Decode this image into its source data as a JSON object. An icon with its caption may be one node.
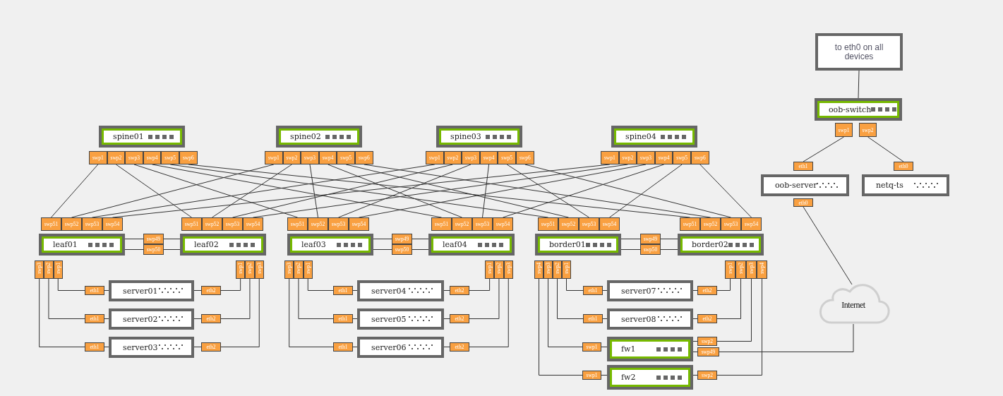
{
  "diagram": {
    "nodes": [
      {
        "text": [
          "to eth0 on all devices"
        ]
      },
      {
        "text": [
          "spine01"
        ]
      },
      {
        "text": [
          "swp1"
        ]
      },
      {
        "text": [
          "swp2"
        ]
      },
      {
        "text": [
          "swp3"
        ]
      },
      {
        "text": [
          "swp4"
        ]
      },
      {
        "text": [
          "swp5"
        ]
      },
      {
        "text": [
          "swp6"
        ]
      },
      {
        "text": [
          "spine02"
        ]
      },
      {
        "text": [
          "swp1"
        ]
      },
      {
        "text": [
          "swp2"
        ]
      },
      {
        "text": [
          "swp3"
        ]
      },
      {
        "text": [
          "swp4"
        ]
      },
      {
        "text": [
          "swp5"
        ]
      },
      {
        "text": [
          "swp6"
        ]
      },
      {
        "text": [
          "spine03"
        ]
      },
      {
        "text": [
          "swp1"
        ]
      },
      {
        "text": [
          "swp2"
        ]
      },
      {
        "text": [
          "swp3"
        ]
      },
      {
        "text": [
          "swp4"
        ]
      },
      {
        "text": [
          "swp5"
        ]
      },
      {
        "text": [
          "swp6"
        ]
      },
      {
        "text": [
          "spine04"
        ]
      },
      {
        "text": [
          "swp1"
        ]
      },
      {
        "text": [
          "swp2"
        ]
      },
      {
        "text": [
          "swp3"
        ]
      },
      {
        "text": [
          "swp4"
        ]
      },
      {
        "text": [
          "swp5"
        ]
      },
      {
        "text": [
          "swp6"
        ]
      },
      {
        "text": [
          "oob-switch"
        ]
      },
      {
        "text": [
          "swp1"
        ]
      },
      {
        "text": [
          "swp2"
        ]
      },
      {
        "text": [
          "eth1"
        ]
      },
      {
        "text": [
          "eth0"
        ]
      },
      {
        "text": [
          "oob-server"
        ]
      },
      {
        "text": [
          "netq-ts"
        ]
      },
      {
        "text": [
          "eth0"
        ]
      },
      {
        "text": [
          "swp51"
        ]
      },
      {
        "text": [
          "swp52"
        ]
      },
      {
        "text": [
          "swp53"
        ]
      },
      {
        "text": [
          "swp54"
        ]
      },
      {
        "text": [
          "swp51"
        ]
      },
      {
        "text": [
          "swp52"
        ]
      },
      {
        "text": [
          "swp53"
        ]
      },
      {
        "text": [
          "swp54"
        ]
      },
      {
        "text": [
          "swp51"
        ]
      },
      {
        "text": [
          "swp52"
        ]
      },
      {
        "text": [
          "swp53"
        ]
      },
      {
        "text": [
          "swp54"
        ]
      },
      {
        "text": [
          "swp51"
        ]
      },
      {
        "text": [
          "swp52"
        ]
      },
      {
        "text": [
          "swp53"
        ]
      },
      {
        "text": [
          "swp54"
        ]
      },
      {
        "text": [
          "swp51"
        ]
      },
      {
        "text": [
          "swp52"
        ]
      },
      {
        "text": [
          "swp53"
        ]
      },
      {
        "text": [
          "swp54"
        ]
      },
      {
        "text": [
          "swp51"
        ]
      },
      {
        "text": [
          "swp52"
        ]
      },
      {
        "text": [
          "swp53"
        ]
      },
      {
        "text": [
          "swp54"
        ]
      },
      {
        "text": [
          "leaf01"
        ]
      },
      {
        "text": [
          "swp49"
        ]
      },
      {
        "text": [
          "swp50"
        ]
      },
      {
        "text": [
          "leaf02"
        ]
      },
      {
        "text": [
          "leaf03"
        ]
      },
      {
        "text": [
          "swp49"
        ]
      },
      {
        "text": [
          "swp50"
        ]
      },
      {
        "text": [
          "leaf04"
        ]
      },
      {
        "text": [
          "border01"
        ]
      },
      {
        "text": [
          "swp49"
        ]
      },
      {
        "text": [
          "swp50"
        ]
      },
      {
        "text": [
          "border02"
        ]
      },
      {
        "text": [
          "swp3"
        ]
      },
      {
        "text": [
          "swp2"
        ]
      },
      {
        "text": [
          "swp1"
        ]
      },
      {
        "text": [
          "swp1"
        ]
      },
      {
        "text": [
          "swp2"
        ]
      },
      {
        "text": [
          "swp3"
        ]
      },
      {
        "text": [
          "swp3"
        ]
      },
      {
        "text": [
          "swp2"
        ]
      },
      {
        "text": [
          "swp1"
        ]
      },
      {
        "text": [
          "swp1"
        ]
      },
      {
        "text": [
          "swp2"
        ]
      },
      {
        "text": [
          "swp3"
        ]
      },
      {
        "text": [
          "swp4"
        ]
      },
      {
        "text": [
          "swp3"
        ]
      },
      {
        "text": [
          "swp2"
        ]
      },
      {
        "text": [
          "swp1"
        ]
      },
      {
        "text": [
          "swp1"
        ]
      },
      {
        "text": [
          "swp2"
        ]
      },
      {
        "text": [
          "swp3"
        ]
      },
      {
        "text": [
          "swp4"
        ]
      },
      {
        "text": [
          "eth1"
        ]
      },
      {
        "text": [
          "server01"
        ]
      },
      {
        "text": [
          "eth2"
        ]
      },
      {
        "text": [
          "eth1"
        ]
      },
      {
        "text": [
          "server04"
        ]
      },
      {
        "text": [
          "eth2"
        ]
      },
      {
        "text": [
          "eth1"
        ]
      },
      {
        "text": [
          "server07"
        ]
      },
      {
        "text": [
          "eth2"
        ]
      },
      {
        "text": [
          "eth1"
        ]
      },
      {
        "text": [
          "server02"
        ]
      },
      {
        "text": [
          "eth2"
        ]
      },
      {
        "text": [
          "eth1"
        ]
      },
      {
        "text": [
          "server05"
        ]
      },
      {
        "text": [
          "eth2"
        ]
      },
      {
        "text": [
          "eth1"
        ]
      },
      {
        "text": [
          "server08"
        ]
      },
      {
        "text": [
          "eth2"
        ]
      },
      {
        "text": [
          "eth1"
        ]
      },
      {
        "text": [
          "server03"
        ]
      },
      {
        "text": [
          "eth2"
        ]
      },
      {
        "text": [
          "eth1"
        ]
      },
      {
        "text": [
          "server06"
        ]
      },
      {
        "text": [
          "eth2"
        ]
      },
      {
        "text": [
          "swp1"
        ]
      },
      {
        "text": [
          "fw1"
        ]
      },
      {
        "text": [
          "swp2"
        ]
      },
      {
        "text": [
          "swp49"
        ]
      },
      {
        "text": [
          "Internet"
        ]
      },
      {
        "text": [
          "swp1"
        ]
      },
      {
        "text": [
          "fw2"
        ]
      },
      {
        "text": [
          "swp2"
        ]
      }
    ],
    "edges": [
      {
        "from": 2,
        "to": 37,
        "arrow": "none"
      },
      {
        "from": 3,
        "to": 41,
        "arrow": "none"
      },
      {
        "from": 4,
        "to": 45,
        "arrow": "none"
      },
      {
        "from": 5,
        "to": 49,
        "arrow": "none"
      },
      {
        "from": 6,
        "to": 53,
        "arrow": "none"
      },
      {
        "from": 7,
        "to": 57,
        "arrow": "none"
      },
      {
        "from": 9,
        "to": 38,
        "arrow": "none"
      },
      {
        "from": 10,
        "to": 42,
        "arrow": "none"
      },
      {
        "from": 11,
        "to": 46,
        "arrow": "none"
      },
      {
        "from": 12,
        "to": 50,
        "arrow": "none"
      },
      {
        "from": 13,
        "to": 54,
        "arrow": "none"
      },
      {
        "from": 14,
        "to": 58,
        "arrow": "none"
      },
      {
        "from": 16,
        "to": 39,
        "arrow": "none"
      },
      {
        "from": 17,
        "to": 43,
        "arrow": "none"
      },
      {
        "from": 18,
        "to": 47,
        "arrow": "none"
      },
      {
        "from": 19,
        "to": 51,
        "arrow": "none"
      },
      {
        "from": 20,
        "to": 55,
        "arrow": "none"
      },
      {
        "from": 21,
        "to": 59,
        "arrow": "none"
      },
      {
        "from": 23,
        "to": 40,
        "arrow": "none"
      },
      {
        "from": 24,
        "to": 44,
        "arrow": "none"
      },
      {
        "from": 25,
        "to": 48,
        "arrow": "none"
      },
      {
        "from": 26,
        "to": 52,
        "arrow": "none"
      },
      {
        "from": 27,
        "to": 56,
        "arrow": "none"
      },
      {
        "from": 28,
        "to": 60,
        "arrow": "none"
      },
      {
        "from": 61,
        "to": 62,
        "arrow": "none"
      },
      {
        "from": 62,
        "to": 64,
        "arrow": "none"
      },
      {
        "from": 61,
        "to": 63,
        "arrow": "none"
      },
      {
        "from": 63,
        "to": 64,
        "arrow": "none"
      },
      {
        "from": 65,
        "to": 66,
        "arrow": "none"
      },
      {
        "from": 66,
        "to": 68,
        "arrow": "none"
      },
      {
        "from": 65,
        "to": 67,
        "arrow": "none"
      },
      {
        "from": 67,
        "to": 68,
        "arrow": "none"
      },
      {
        "from": 69,
        "to": 70,
        "arrow": "none"
      },
      {
        "from": 70,
        "to": 72,
        "arrow": "none"
      },
      {
        "from": 69,
        "to": 71,
        "arrow": "none"
      },
      {
        "from": 71,
        "to": 72,
        "arrow": "none"
      },
      {
        "from": 75,
        "to": 93,
        "arrow": "none"
      },
      {
        "from": 74,
        "to": 102,
        "arrow": "none"
      },
      {
        "from": 73,
        "to": 111,
        "arrow": "none"
      },
      {
        "from": 76,
        "to": 95,
        "arrow": "none"
      },
      {
        "from": 77,
        "to": 104,
        "arrow": "none"
      },
      {
        "from": 78,
        "to": 113,
        "arrow": "none"
      },
      {
        "from": 81,
        "to": 96,
        "arrow": "none"
      },
      {
        "from": 80,
        "to": 105,
        "arrow": "none"
      },
      {
        "from": 79,
        "to": 114,
        "arrow": "none"
      },
      {
        "from": 82,
        "to": 98,
        "arrow": "none"
      },
      {
        "from": 83,
        "to": 107,
        "arrow": "none"
      },
      {
        "from": 84,
        "to": 116,
        "arrow": "none"
      },
      {
        "from": 88,
        "to": 99,
        "arrow": "none"
      },
      {
        "from": 87,
        "to": 108,
        "arrow": "none"
      },
      {
        "from": 86,
        "to": 117,
        "arrow": "none"
      },
      {
        "from": 85,
        "to": 122,
        "arrow": "none"
      },
      {
        "from": 89,
        "to": 101,
        "arrow": "none"
      },
      {
        "from": 90,
        "to": 110,
        "arrow": "none"
      },
      {
        "from": 91,
        "to": 119,
        "arrow": "none"
      },
      {
        "from": 92,
        "to": 124,
        "arrow": "none"
      },
      {
        "from": 93,
        "to": 94,
        "arrow": "none"
      },
      {
        "from": 94,
        "to": 95,
        "arrow": "none"
      },
      {
        "from": 96,
        "to": 97,
        "arrow": "none"
      },
      {
        "from": 97,
        "to": 98,
        "arrow": "none"
      },
      {
        "from": 99,
        "to": 100,
        "arrow": "none"
      },
      {
        "from": 100,
        "to": 101,
        "arrow": "none"
      },
      {
        "from": 102,
        "to": 103,
        "arrow": "none"
      },
      {
        "from": 103,
        "to": 104,
        "arrow": "none"
      },
      {
        "from": 105,
        "to": 106,
        "arrow": "none"
      },
      {
        "from": 106,
        "to": 107,
        "arrow": "none"
      },
      {
        "from": 108,
        "to": 109,
        "arrow": "none"
      },
      {
        "from": 109,
        "to": 110,
        "arrow": "none"
      },
      {
        "from": 111,
        "to": 112,
        "arrow": "none"
      },
      {
        "from": 112,
        "to": 113,
        "arrow": "none"
      },
      {
        "from": 114,
        "to": 115,
        "arrow": "none"
      },
      {
        "from": 115,
        "to": 116,
        "arrow": "none"
      },
      {
        "from": 117,
        "to": 118,
        "arrow": "none"
      },
      {
        "from": 118,
        "to": 119,
        "arrow": "none"
      },
      {
        "from": 118,
        "to": 120,
        "arrow": "none"
      },
      {
        "from": 122,
        "to": 123,
        "arrow": "none"
      },
      {
        "from": 123,
        "to": 124,
        "arrow": "none"
      },
      {
        "from": 120,
        "to": 121,
        "arrow": "none"
      },
      {
        "from": 36,
        "to": 121,
        "arrow": "none"
      },
      {
        "from": 0,
        "to": 29,
        "arrow": "none"
      },
      {
        "from": 30,
        "to": 32,
        "arrow": "none"
      },
      {
        "from": 31,
        "to": 33,
        "arrow": "none"
      }
    ]
  }
}
